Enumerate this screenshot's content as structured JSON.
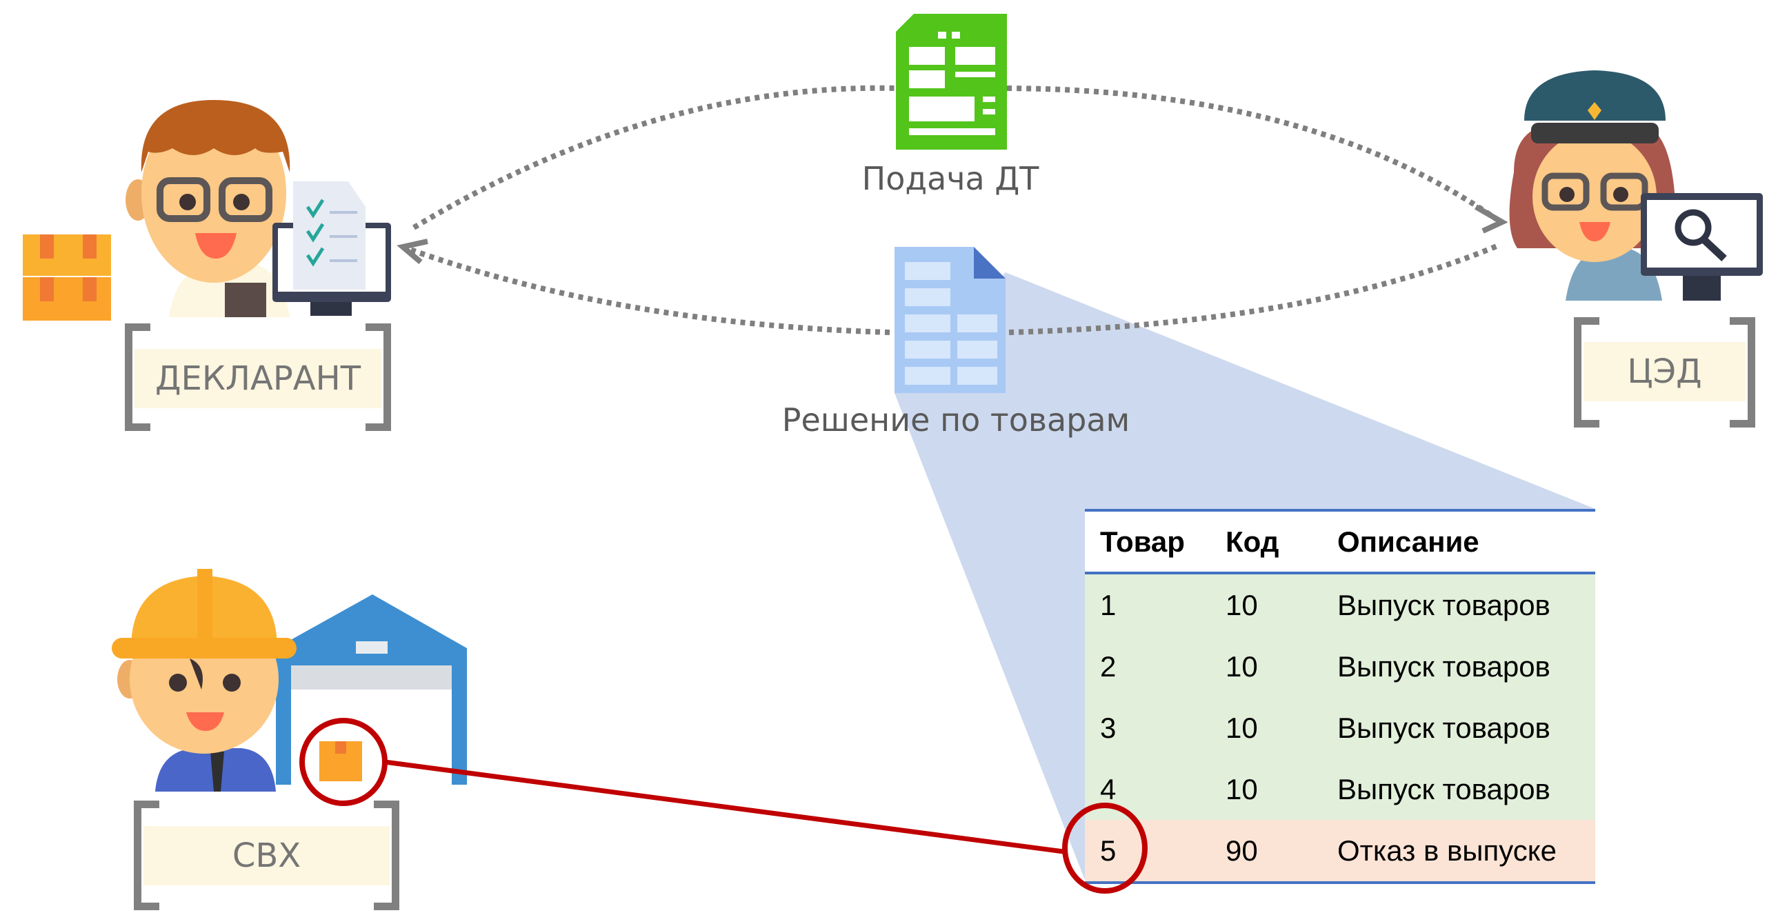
{
  "flows": {
    "submit_label": "Подача ДТ",
    "decision_label": "Решение по товарам"
  },
  "roles": {
    "declarant": "ДЕКЛАРАНТ",
    "customs": "ЦЭД",
    "warehouse": "СВХ"
  },
  "table": {
    "headers": [
      "Товар",
      "Код",
      "Описание"
    ],
    "rows": [
      [
        "1",
        "10",
        "Выпуск товаров"
      ],
      [
        "2",
        "10",
        "Выпуск товаров"
      ],
      [
        "3",
        "10",
        "Выпуск товаров"
      ],
      [
        "4",
        "10",
        "Выпуск товаров"
      ],
      [
        "5",
        "90",
        "Отказ в выпуске"
      ]
    ]
  },
  "colors": {
    "highlight": "#c00000",
    "projection": "#cdd9ee",
    "release_row": "#e2efda",
    "refusal_row": "#fbe4d5"
  }
}
